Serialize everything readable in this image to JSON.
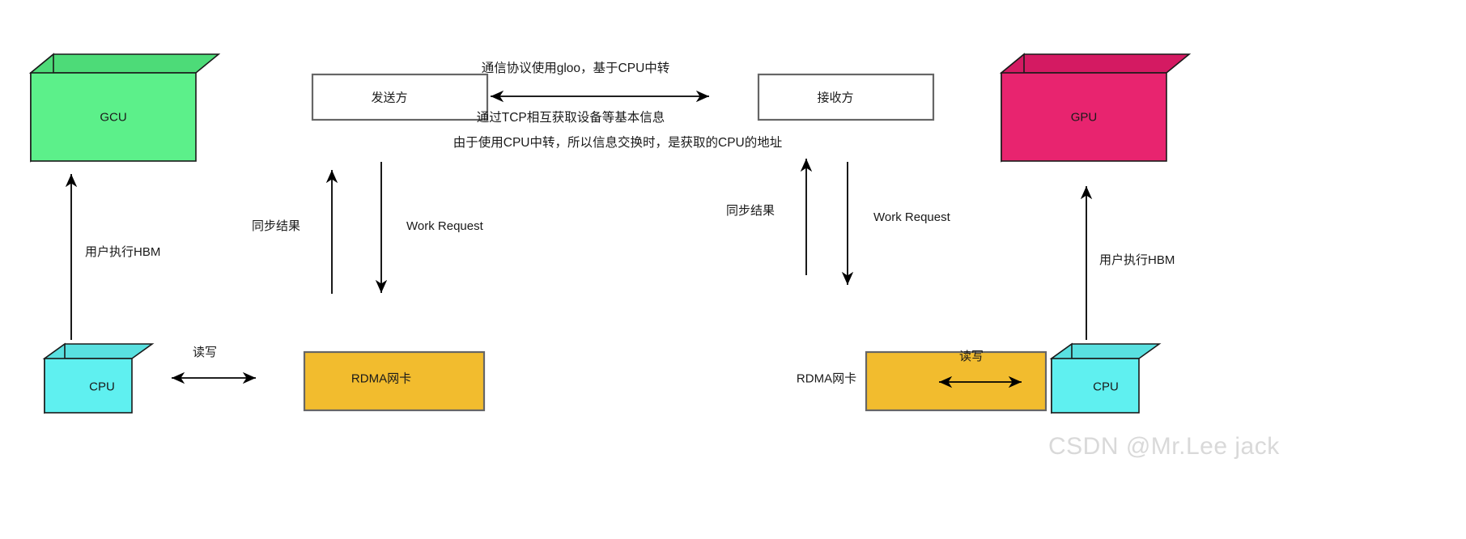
{
  "diagram": {
    "title": "GCU/GPU RDMA communication diagram",
    "colors": {
      "gcu_front": "#5cf08a",
      "gcu_top": "#4ddb78",
      "gcu_side": "#4ddb78",
      "gpu_front": "#e8246f",
      "gpu_top": "#d41a62",
      "gpu_side": "#d41a62",
      "cpu_front": "#5ff0f0",
      "cpu_top": "#59e0e0",
      "cpu_side": "#59e0e0",
      "rdma_fill": "#f2bc2e",
      "plain_fill": "#ffffff",
      "box_stroke": "#666666",
      "box_stroke_dark": "#1a1a1a",
      "arrow": "#000000",
      "text": "#1a1a1a",
      "watermark": "#d9d9d9"
    },
    "nodes": {
      "gcu": {
        "label": "GCU"
      },
      "gpu": {
        "label": "GPU"
      },
      "cpu_left": {
        "label": "CPU"
      },
      "cpu_right": {
        "label": "CPU"
      },
      "rdma_left": {
        "label": "RDMA网卡"
      },
      "rdma_right": {
        "label": "RDMA网卡"
      },
      "sender": {
        "label": "发送方"
      },
      "receiver": {
        "label": "接收方"
      }
    },
    "center_notes": [
      {
        "id": "note-protocol",
        "text": "通信协议使用gloo，基于CPU中转"
      },
      {
        "id": "note-tcp",
        "text": "通过TCP相互获取设备等基本信息"
      },
      {
        "id": "note-address",
        "text": "由于使用CPU中转，所以信息交换时，是获取的CPU的地址"
      }
    ],
    "edge_labels": {
      "left_hbm": "用户执行HBM",
      "right_hbm": "用户执行HBM",
      "left_sync": "同步结果",
      "right_sync": "同步结果",
      "left_work_request": "Work Request",
      "right_work_request": "Work Request",
      "left_rw": "读写",
      "right_rw": "读写"
    },
    "watermark": "CSDN @Mr.Lee jack"
  }
}
